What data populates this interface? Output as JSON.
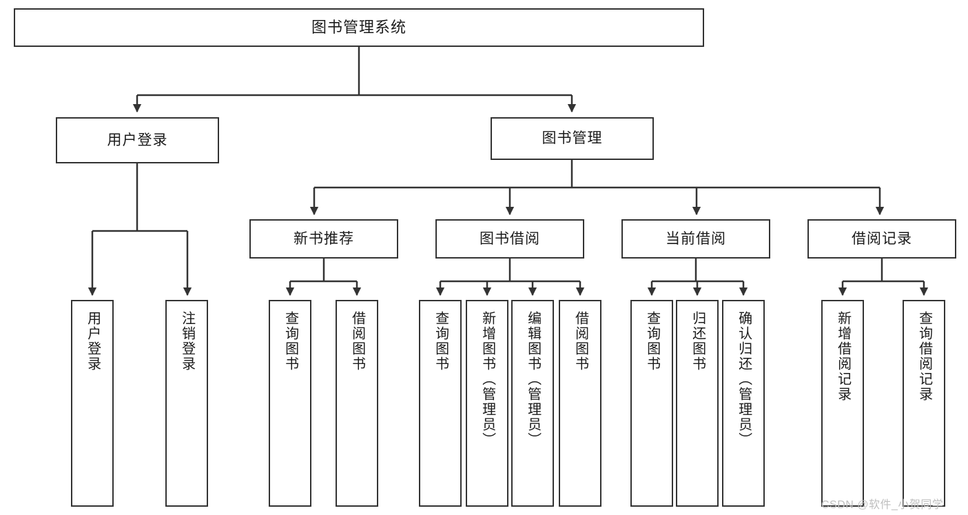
{
  "diagram": {
    "title": "图书管理系统",
    "type": "tree-hierarchy-diagram",
    "colors": {
      "box_border": "#333333",
      "box_fill": "#ffffff",
      "connector": "#333333",
      "text": "#1b1b1b",
      "watermark": "#bfbfbf",
      "background": "#ffffff"
    },
    "root": {
      "label": "图书管理系统"
    },
    "level2": [
      {
        "label": "用户登录"
      },
      {
        "label": "图书管理"
      }
    ],
    "level3": [
      {
        "label": "新书推荐"
      },
      {
        "label": "图书借阅"
      },
      {
        "label": "当前借阅"
      },
      {
        "label": "借阅记录"
      }
    ],
    "leaves": {
      "user_login": [
        {
          "label": "用户登录"
        },
        {
          "label": "注销登录"
        }
      ],
      "new_book_recommend": [
        {
          "label": "查询图书"
        },
        {
          "label": "借阅图书"
        }
      ],
      "book_borrow": [
        {
          "label": "查询图书"
        },
        {
          "label": "新增图书（管理员）"
        },
        {
          "label": "编辑图书（管理员）"
        },
        {
          "label": "借阅图书"
        }
      ],
      "current_borrow": [
        {
          "label": "查询图书"
        },
        {
          "label": "归还图书"
        },
        {
          "label": "确认归还（管理员）"
        }
      ],
      "borrow_record": [
        {
          "label": "新增借阅记录"
        },
        {
          "label": "查询借阅记录"
        }
      ]
    },
    "watermark": "CSDN @软件_小贺同学"
  }
}
